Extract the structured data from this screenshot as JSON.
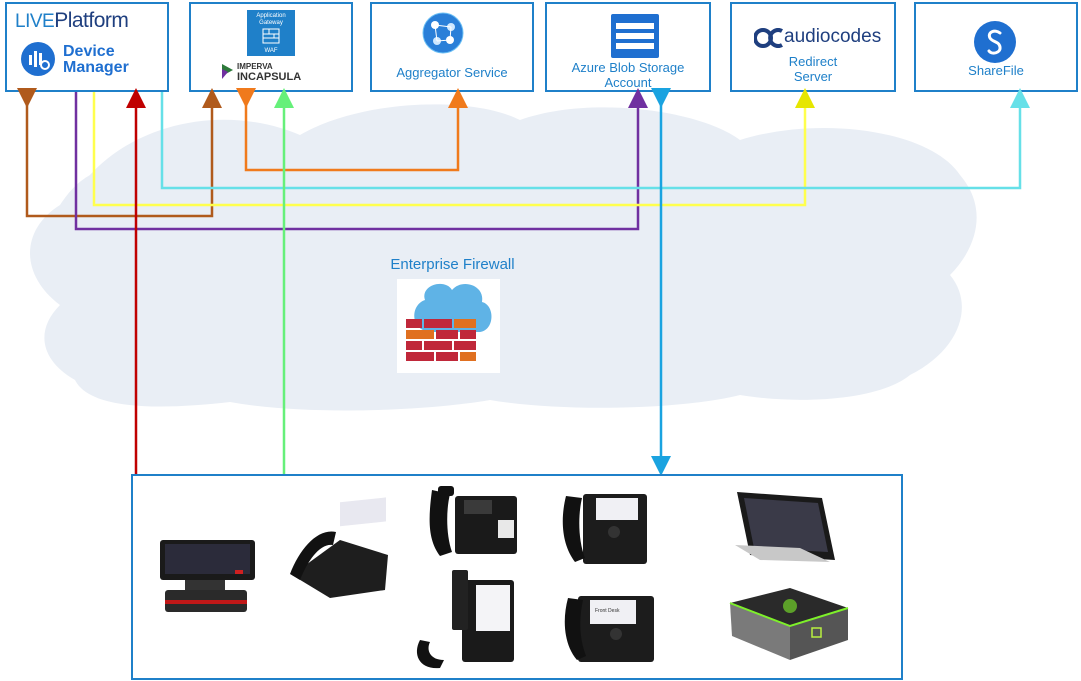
{
  "brand": {
    "liveplatform_live": "LIVE",
    "liveplatform_rest": "Platform",
    "device_manager": "Device\nManager"
  },
  "appgw": {
    "title": "Application\nGateway",
    "sub": "WAF",
    "imperva_top": "IMPERVA",
    "imperva_bottom": "INCAPSULA"
  },
  "aggregator": {
    "label": "Aggregator Service"
  },
  "blob": {
    "label": "Azure Blob Storage\nAccount"
  },
  "audiocodes": {
    "logo": "audiocodes",
    "label": "Redirect\nServer"
  },
  "sharefile": {
    "label": "ShareFile"
  },
  "firewall": {
    "label": "Enterprise Firewall"
  },
  "colors": {
    "box_border": "#1f80c9",
    "cloud": "#e9eef5",
    "orange_brown": "#b05a1c",
    "purple": "#7030a0",
    "yellow": "#ffff4d",
    "cyan": "#66e0e8",
    "orange": "#f07a1c",
    "red": "#c00000",
    "green": "#66f07a",
    "blue": "#1aa3e0"
  },
  "devices": {
    "phone_screen_text": "Front Desk"
  }
}
